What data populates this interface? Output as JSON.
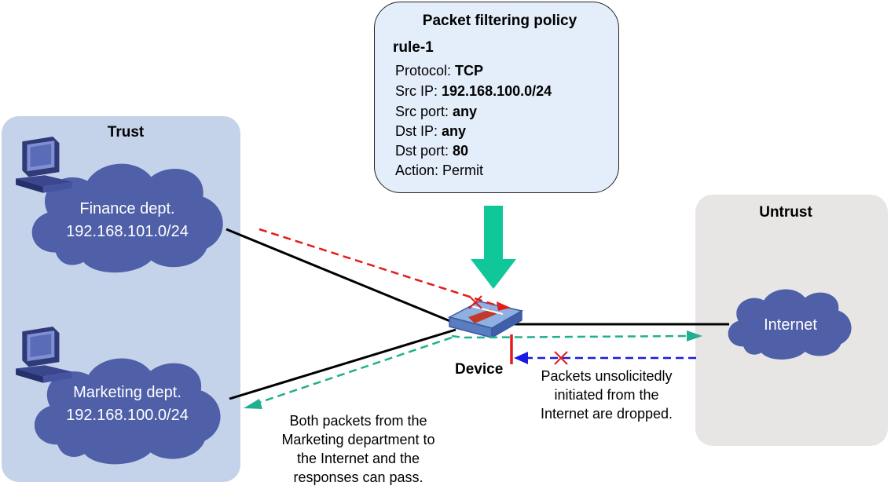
{
  "zones": {
    "trust": "Trust",
    "untrust": "Untrust"
  },
  "policy": {
    "title": "Packet filtering policy",
    "rule": "rule-1",
    "rows": [
      {
        "label": "Protocol: ",
        "value": "TCP",
        "bold": true
      },
      {
        "label": "Src IP: ",
        "value": "192.168.100.0/24",
        "bold": true
      },
      {
        "label": "Src port: ",
        "value": "any",
        "bold": true
      },
      {
        "label": "Dst IP: ",
        "value": "any",
        "bold": true
      },
      {
        "label": "Dst port: ",
        "value": "80",
        "bold": true
      },
      {
        "label": "Action: ",
        "value": "Permit",
        "bold": false
      }
    ]
  },
  "clouds": {
    "finance": {
      "name": "Finance dept.",
      "subnet": "192.168.101.0/24"
    },
    "marketing": {
      "name": "Marketing dept.",
      "subnet": "192.168.100.0/24"
    },
    "internet": {
      "name": "Internet"
    }
  },
  "device": {
    "label": "Device"
  },
  "captions": {
    "dropped": [
      "Packets unsolicitedly",
      "initiated from the",
      "Internet are dropped."
    ],
    "pass": [
      "Both packets from the",
      "Marketing department to",
      "the Internet and the",
      "responses can pass."
    ]
  },
  "colors": {
    "trust_zone": "#c5d3ea",
    "untrust_zone": "#e7e6e4",
    "policy_box": "#e4edfa",
    "cloud": "#4f5fa8",
    "denied_flow": "#e31b1b",
    "permitted_flow": "#1fb08f",
    "inbound_flow": "#1a1ae0",
    "filter_arrow": "#10c79a"
  },
  "icons": [
    "computer-icon",
    "cloud-icon",
    "firewall-device-icon",
    "block-x-icon"
  ]
}
